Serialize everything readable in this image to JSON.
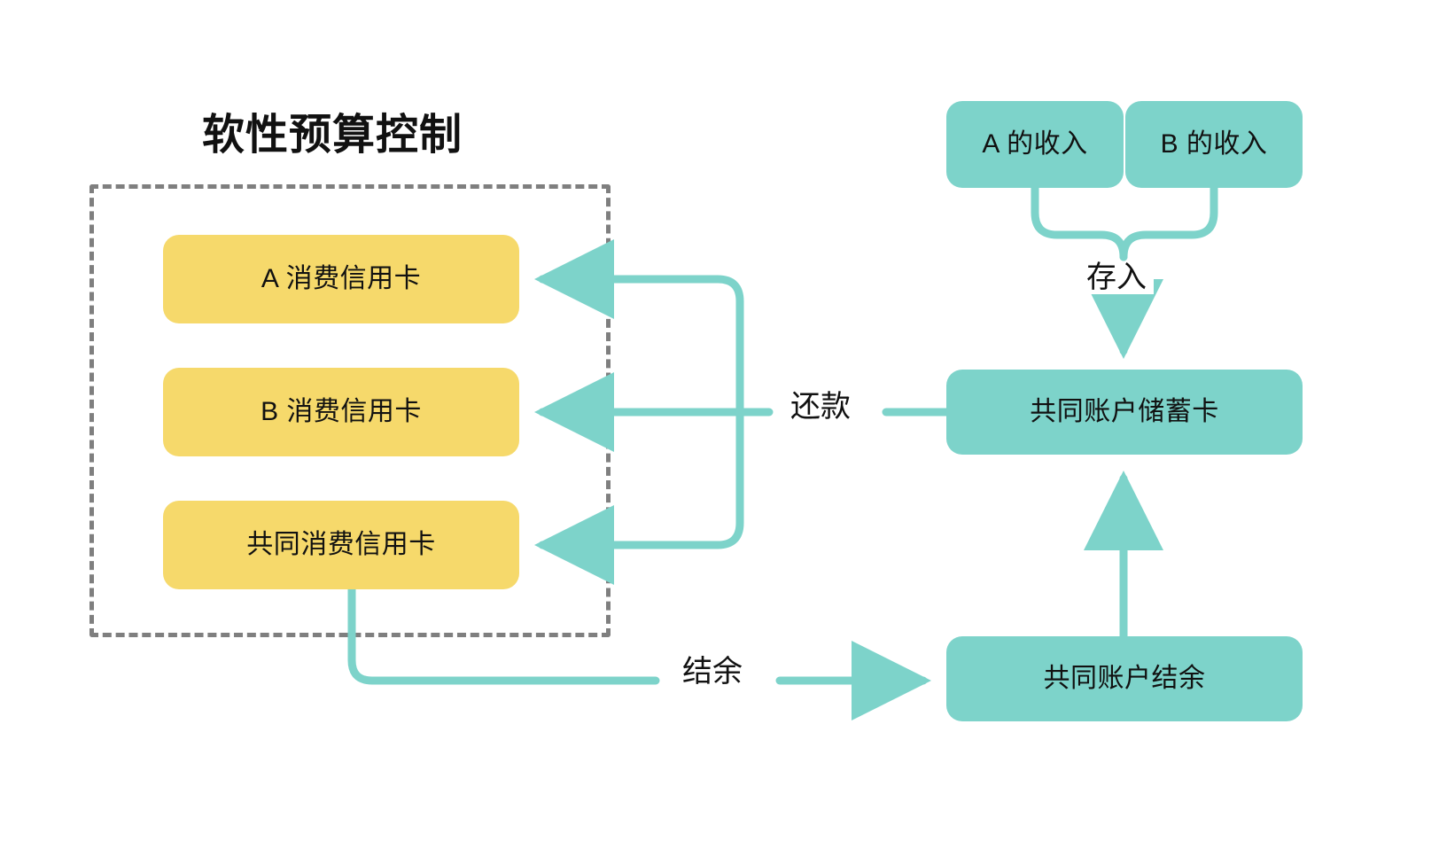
{
  "diagram": {
    "title": "软性预算控制",
    "background": "#ffffff",
    "colors": {
      "yellow_node": "#F6D96B",
      "teal_node": "#7DD3CA",
      "edge": "#7DD3CA",
      "group_border": "#7F7F7F",
      "text": "#111111"
    },
    "group": {
      "name": "soft-budget-control-group",
      "style": "dashed"
    },
    "nodes": [
      {
        "id": "card-a",
        "label": "A 消费信用卡",
        "type": "yellow"
      },
      {
        "id": "card-b",
        "label": "B 消费信用卡",
        "type": "yellow"
      },
      {
        "id": "card-shared",
        "label": "共同消费信用卡",
        "type": "yellow"
      },
      {
        "id": "income-a",
        "label": "A 的收入",
        "type": "teal"
      },
      {
        "id": "income-b",
        "label": "B 的收入",
        "type": "teal"
      },
      {
        "id": "savings",
        "label": "共同账户储蓄卡",
        "type": "teal"
      },
      {
        "id": "balance",
        "label": "共同账户结余",
        "type": "teal"
      }
    ],
    "edges": [
      {
        "id": "deposit",
        "label": "存入",
        "from": [
          "income-a",
          "income-b"
        ],
        "to": "savings"
      },
      {
        "id": "repay",
        "label": "还款",
        "from": "savings",
        "to": [
          "card-a",
          "card-b",
          "card-shared"
        ]
      },
      {
        "id": "settle",
        "label": "结余",
        "from": "card-shared",
        "to": "balance"
      },
      {
        "id": "topup",
        "label": "",
        "from": "balance",
        "to": "savings"
      }
    ]
  }
}
